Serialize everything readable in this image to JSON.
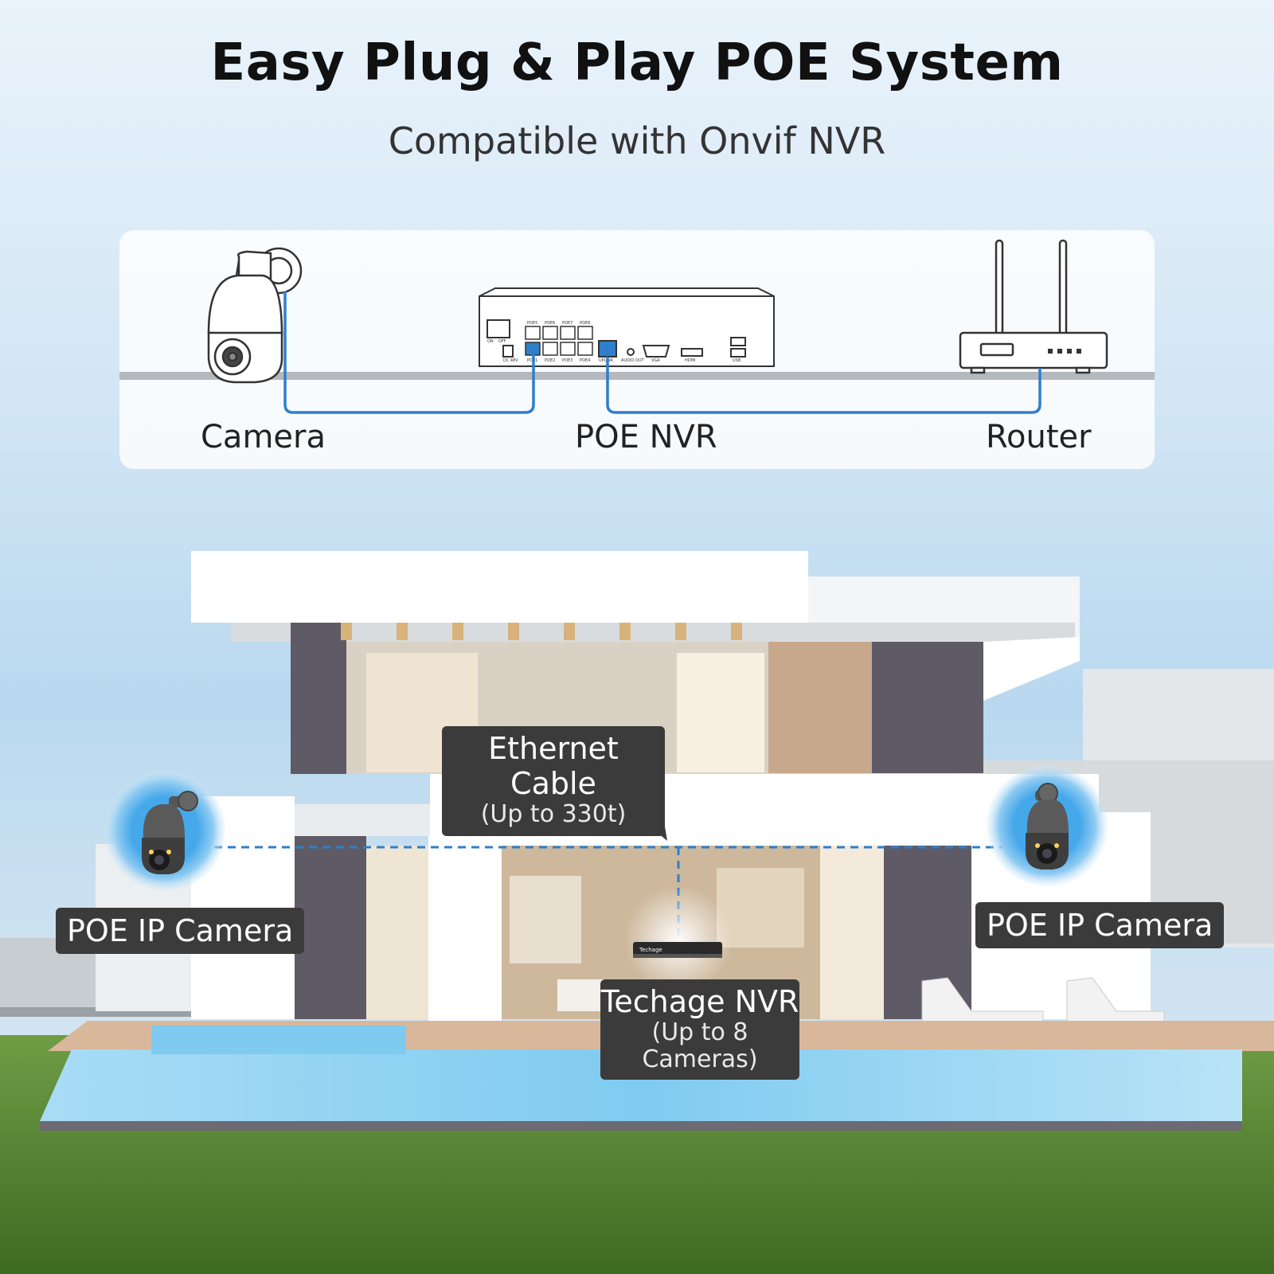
{
  "title": "Easy Plug & Play POE System",
  "subtitle": "Compatible with Onvif NVR",
  "diagram": {
    "labels": {
      "camera": "Camera",
      "nvr": "POE NVR",
      "router": "Router"
    },
    "nvr_port_labels": [
      "POE5",
      "POE6",
      "POE7",
      "POE8",
      "POE1",
      "POE2",
      "POE3",
      "POE4",
      "UPLINK",
      "AUDIO OUT",
      "VGA",
      "HDMI",
      "USB",
      "DC 48V",
      "ON",
      "OFF"
    ]
  },
  "scene": {
    "ethernet": {
      "title": "Ethernet Cable",
      "detail": "(Up to 330t)"
    },
    "camera_left": "POE IP Camera",
    "camera_right": "POE IP Camera",
    "nvr": {
      "title": "Techage NVR",
      "detail": "(Up to 8 Cameras)",
      "brand": "Techage"
    }
  },
  "colors": {
    "cable": "#2f7fcb",
    "dashed_line": "#2f7fcb",
    "callout_bg": "#3b3b3b",
    "camera_halo": "#45a8ea"
  }
}
